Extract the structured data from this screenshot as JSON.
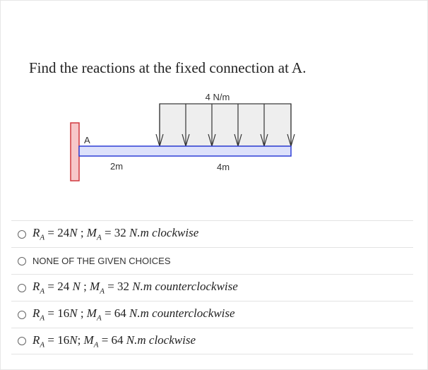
{
  "question": "Find the reactions at the fixed connection at A.",
  "diagram": {
    "load_label": "4 N/m",
    "support_label": "A",
    "span1_label": "2m",
    "span2_label": "4m"
  },
  "options": [
    {
      "parts": [
        "R",
        "A",
        " = 24",
        "N",
        " ; ",
        "M",
        "A",
        " = 32 ",
        "N.m clockwise"
      ]
    },
    {
      "plain": "NONE OF THE GIVEN CHOICES"
    },
    {
      "parts": [
        "R",
        "A",
        " = 24 ",
        "N",
        " ; ",
        "M",
        "A",
        " = 32 ",
        "N.m counterclockwise"
      ]
    },
    {
      "parts": [
        "R",
        "A",
        " = 16",
        "N",
        " ; ",
        "M",
        "A",
        " = 64 ",
        "N.m counterclockwise"
      ]
    },
    {
      "parts": [
        "R",
        "A",
        " = 16",
        "N",
        "; ",
        "M",
        "A",
        " = 64 ",
        "N.m clockwise"
      ]
    }
  ]
}
